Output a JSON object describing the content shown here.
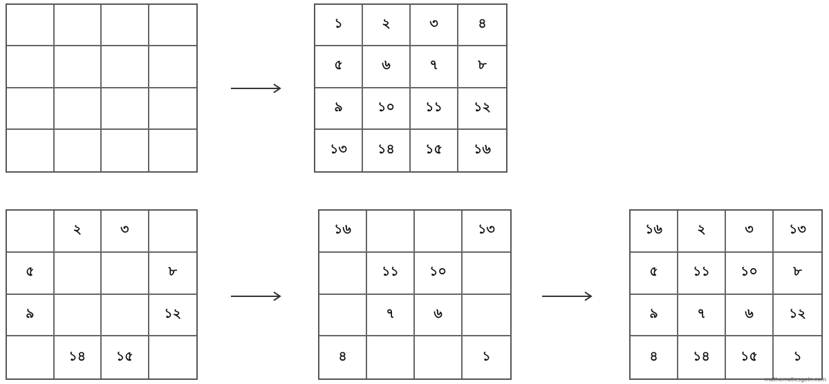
{
  "grids": [
    {
      "id": "empty-grid",
      "cells": [
        "",
        "",
        "",
        "",
        "",
        "",
        "",
        "",
        "",
        "",
        "",
        "",
        "",
        "",
        "",
        ""
      ]
    },
    {
      "id": "numbered-grid",
      "cells": [
        "১",
        "২",
        "৩",
        "৪",
        "৫",
        "৬",
        "৭",
        "৮",
        "৯",
        "১০",
        "১১",
        "১২",
        "১৩",
        "১৪",
        "১৫",
        "১৬"
      ]
    },
    {
      "id": "outer-non-corner-grid",
      "cells": [
        "",
        "২",
        "৩",
        "",
        "৫",
        "",
        "",
        "৮",
        "৯",
        "",
        "",
        "১২",
        "",
        "১৪",
        "১৫",
        ""
      ]
    },
    {
      "id": "reversed-diagonal-grid",
      "cells": [
        "১৬",
        "",
        "",
        "১৩",
        "",
        "১১",
        "১০",
        "",
        "",
        "৭",
        "৬",
        "",
        "৪",
        "",
        "",
        "১"
      ]
    },
    {
      "id": "magic-square-grid",
      "cells": [
        "১৬",
        "২",
        "৩",
        "১৩",
        "৫",
        "১১",
        "১০",
        "৮",
        "৯",
        "৭",
        "৬",
        "১২",
        "৪",
        "১৪",
        "১৫",
        "১"
      ]
    }
  ],
  "arrows": [
    {
      "id": "arrow-1"
    },
    {
      "id": "arrow-2"
    },
    {
      "id": "arrow-3"
    }
  ],
  "watermark": "mathematicsgoln.com"
}
